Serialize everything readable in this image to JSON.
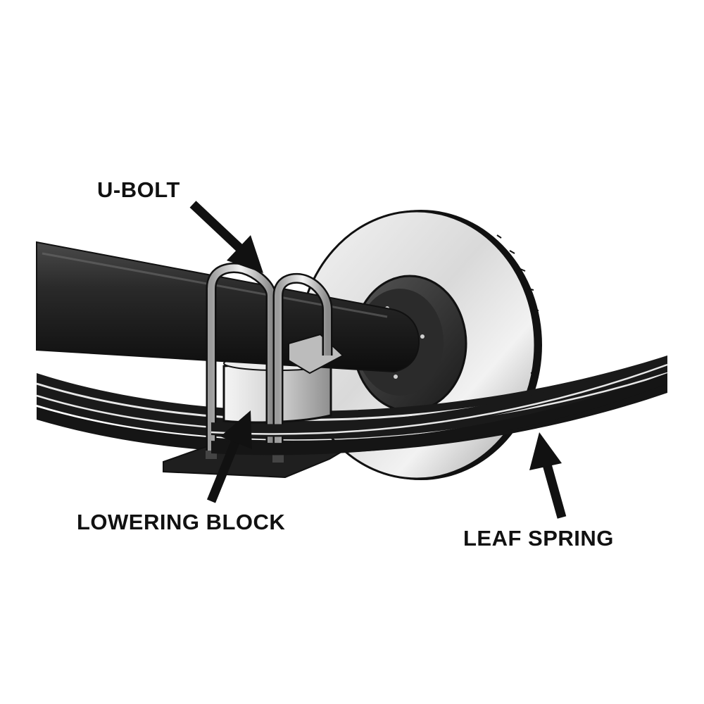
{
  "labels": {
    "u_bolt": "U-BOLT",
    "lowering_block": "LOWERING BLOCK",
    "leaf_spring": "LEAF SPRING"
  },
  "colors": {
    "ink": "#111111",
    "axle_dark": "#1c1c1c",
    "axle_mid": "#3a3a3a",
    "rotor_light": "#e6e6e6",
    "rotor_shade": "#a9a9a9",
    "steel": "#cfcfcf",
    "background": "#ffffff"
  }
}
